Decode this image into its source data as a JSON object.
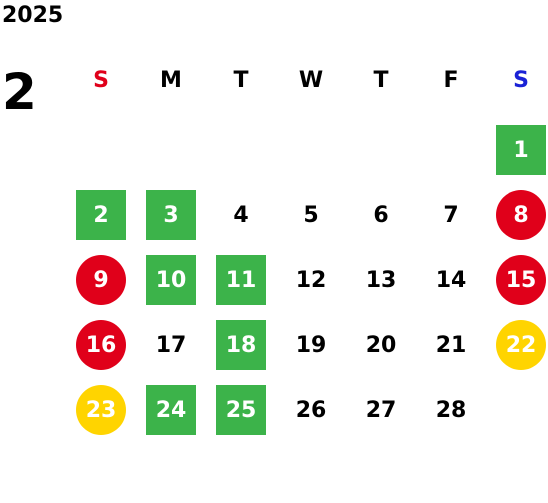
{
  "year": "2025",
  "month": "2",
  "weekdays": [
    {
      "label": "S",
      "color": "#e0001a"
    },
    {
      "label": "M",
      "color": "#000000"
    },
    {
      "label": "T",
      "color": "#000000"
    },
    {
      "label": "W",
      "color": "#000000"
    },
    {
      "label": "T",
      "color": "#000000"
    },
    {
      "label": "F",
      "color": "#000000"
    },
    {
      "label": "S",
      "color": "#1a22d6"
    }
  ],
  "days": [
    {
      "label": "1",
      "style": "green"
    },
    {
      "label": "2",
      "style": "green"
    },
    {
      "label": "3",
      "style": "green"
    },
    {
      "label": "4",
      "style": "plain"
    },
    {
      "label": "5",
      "style": "plain"
    },
    {
      "label": "6",
      "style": "plain"
    },
    {
      "label": "7",
      "style": "plain"
    },
    {
      "label": "8",
      "style": "red"
    },
    {
      "label": "9",
      "style": "red"
    },
    {
      "label": "10",
      "style": "green"
    },
    {
      "label": "11",
      "style": "green"
    },
    {
      "label": "12",
      "style": "plain"
    },
    {
      "label": "13",
      "style": "plain"
    },
    {
      "label": "14",
      "style": "plain"
    },
    {
      "label": "15",
      "style": "red"
    },
    {
      "label": "16",
      "style": "red"
    },
    {
      "label": "17",
      "style": "plain"
    },
    {
      "label": "18",
      "style": "green"
    },
    {
      "label": "19",
      "style": "plain"
    },
    {
      "label": "20",
      "style": "plain"
    },
    {
      "label": "21",
      "style": "plain"
    },
    {
      "label": "22",
      "style": "yellow"
    },
    {
      "label": "23",
      "style": "yellow"
    },
    {
      "label": "24",
      "style": "green"
    },
    {
      "label": "25",
      "style": "green"
    },
    {
      "label": "26",
      "style": "plain"
    },
    {
      "label": "27",
      "style": "plain"
    },
    {
      "label": "28",
      "style": "plain"
    }
  ]
}
